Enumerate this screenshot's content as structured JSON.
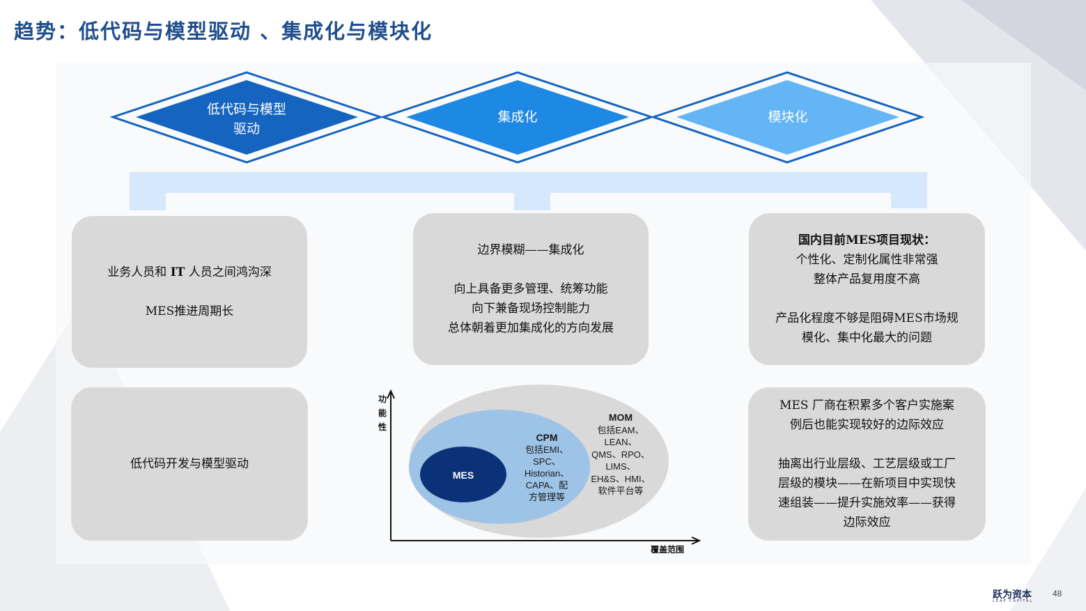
{
  "title": "趋势：低代码与模型驱动 、集成化与模块化",
  "diamonds": [
    {
      "line1": "低代码与模型",
      "line2": "驱动",
      "color": "#1565c0"
    },
    {
      "line1": "集成化",
      "line2": "",
      "color": "#1e88e5"
    },
    {
      "line1": "模块化",
      "line2": "",
      "color": "#64b5f6"
    }
  ],
  "boxes": {
    "left_top": {
      "l1a": "业务人员和 ",
      "l1b": "IT",
      "l1c": " 人员之间鸿沟深",
      "l2": "MES推进周期长"
    },
    "left_bottom": {
      "l1": "低代码开发与模型驱动"
    },
    "mid_top": {
      "l1": "边界模糊——集成化",
      "l2": "向上具备更多管理、统筹功能",
      "l3": "向下兼备现场控制能力",
      "l4": "总体朝着更加集成化的方向发展"
    },
    "right_top": {
      "heading": "国内目前MES项目现状：",
      "l2": "个性化、定制化属性非常强",
      "l3": "整体产品复用度不高",
      "l4": "产品化程度不够是阻碍MES市场规",
      "l5": "模化、集中化最大的问题"
    },
    "right_bottom": {
      "l1": "MES 厂商在积累多个客户实施案",
      "l2": "例后也能实现较好的边际效应",
      "l3": "抽离出行业层级、工艺层级或工厂",
      "l4": "层级的模块——在新项目中实现快",
      "l5": "速组装——提升实施效率——获得",
      "l6": "边际效应"
    }
  },
  "chart": {
    "y_axis": [
      "功",
      "能",
      "性"
    ],
    "x_axis": "覆盖范围",
    "mes": "MES",
    "cpm_title": "CPM",
    "cpm_lines": [
      "包括EMI、",
      "SPC、",
      "Historian、",
      "CAPA、配",
      "方管理等"
    ],
    "mom_title": "MOM",
    "mom_lines": [
      "包括EAM、",
      "LEAN、",
      "QMS、RPO、",
      "LIMS、",
      "EH&S、HMI、",
      "软件平台等"
    ]
  },
  "footer": {
    "logo": "跃为资本",
    "logo_sub": "LEAP CAPITAL",
    "page": "48"
  }
}
